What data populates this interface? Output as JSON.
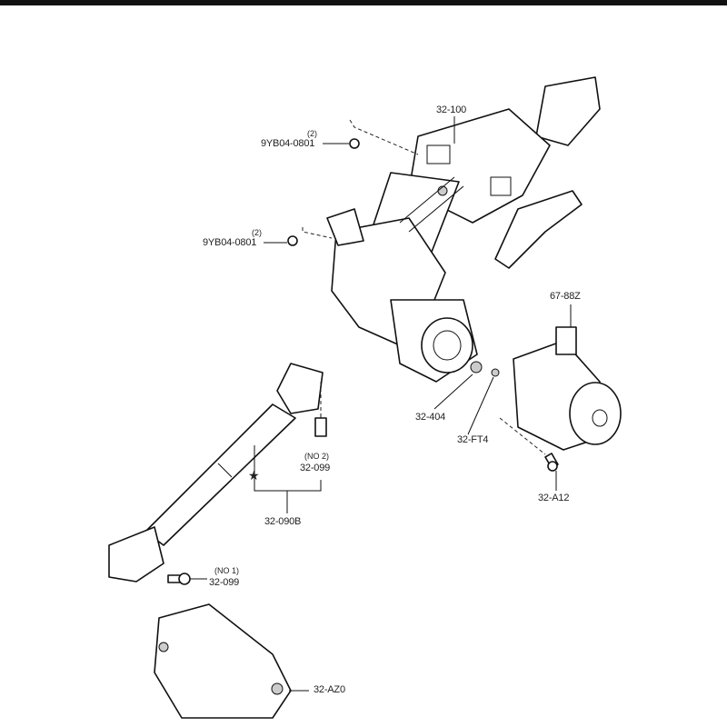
{
  "labels": {
    "steering_column": "32-100",
    "nut_upper": {
      "part": "9YB04-0801",
      "qty": "(2)"
    },
    "nut_lower": {
      "part": "9YB04-0801",
      "qty": "(2)"
    },
    "motor_connector": "67-88Z",
    "worm_gear": "32-404",
    "ft4": "32-FT4",
    "bolt_no2": {
      "part": "32-099",
      "note": "(NO 2)"
    },
    "intermediate_shaft": "32-090B",
    "motor_bolt": "32-A12",
    "bolt_no1": {
      "part": "32-099",
      "note": "(NO 1)"
    },
    "boot_cover": "32-AZ0"
  },
  "legend_symbol": "★"
}
